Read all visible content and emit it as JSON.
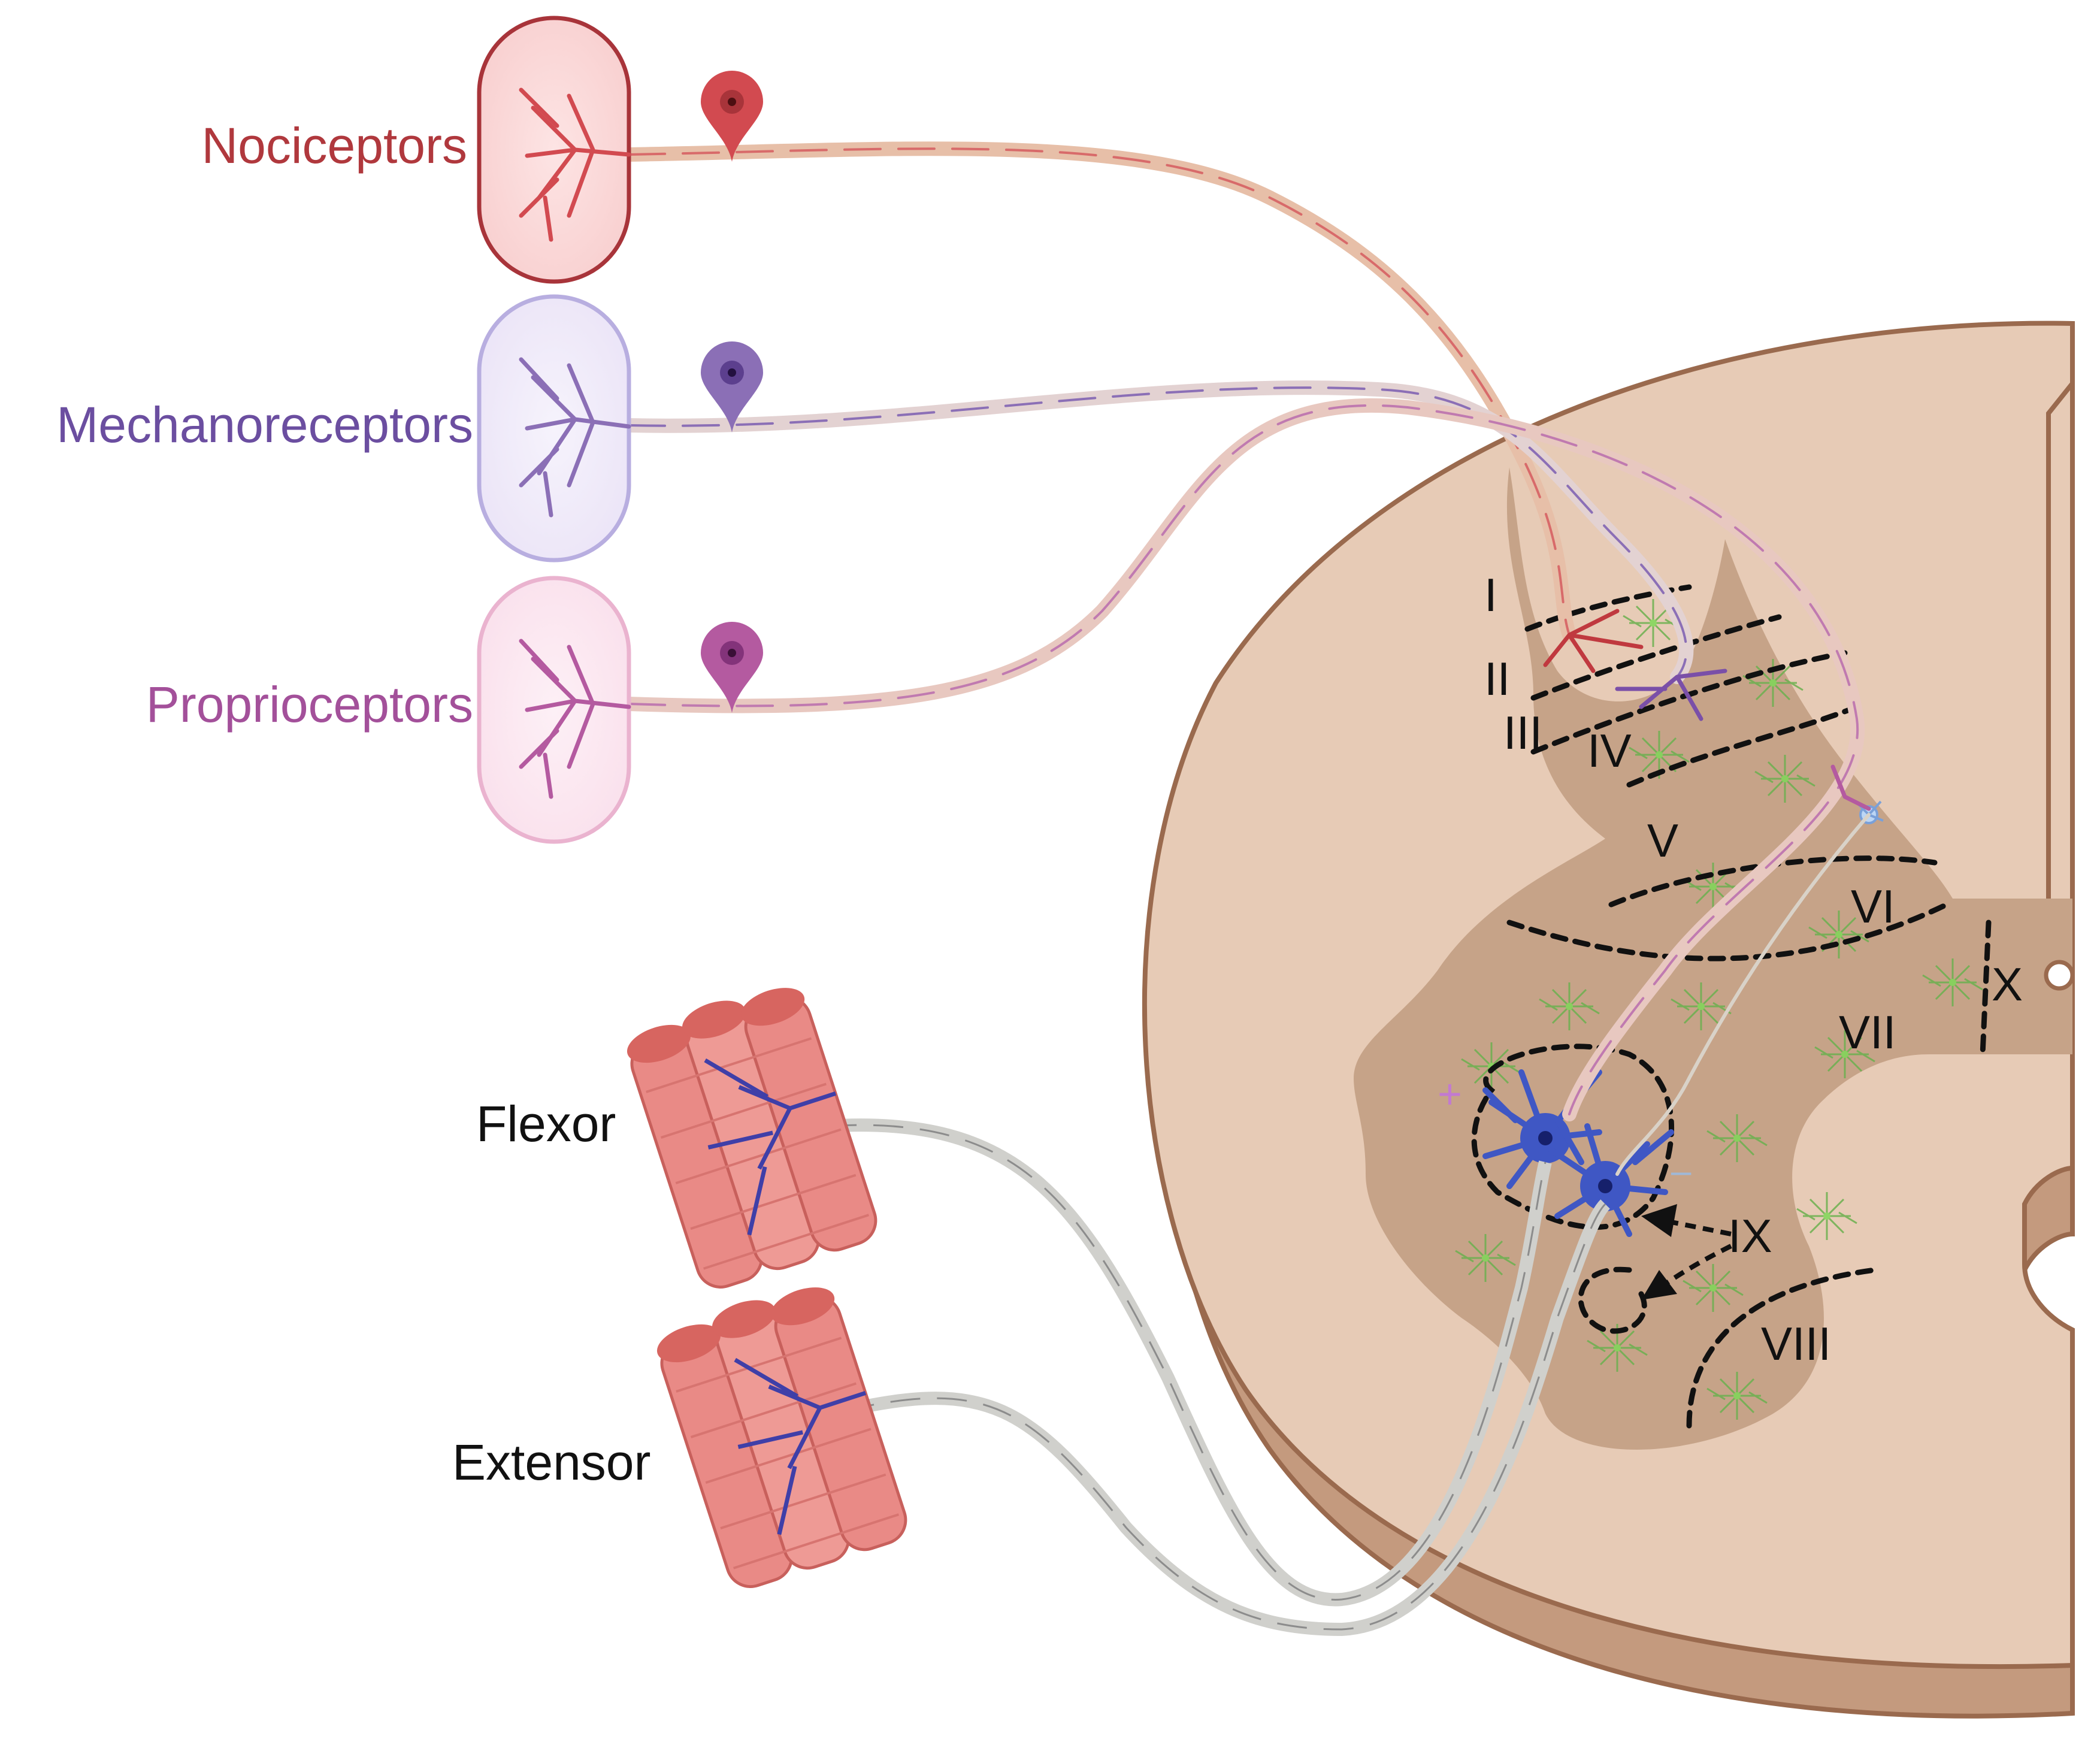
{
  "receptors": {
    "nociceptors": "Nociceptors",
    "mechanoreceptors": "Mechanoreceptors",
    "proprioceptors": "Proprioceptors"
  },
  "muscles": {
    "flexor": "Flexor",
    "extensor": "Extensor"
  },
  "laminae": {
    "i": "I",
    "ii": "II",
    "iii": "III",
    "iv": "IV",
    "v": "V",
    "vi": "VI",
    "vii": "VII",
    "viii": "VIII",
    "ix": "IX",
    "x": "X"
  },
  "signs": {
    "plus": "+",
    "minus": "–"
  },
  "colors": {
    "nociceptor": "#c0393f",
    "mechanoreceptor": "#7a4fa8",
    "proprioceptor": "#b45aa0",
    "white_matter": "#dcbda8",
    "gray_matter": "#c6a388",
    "cord_outline": "#9a6a4e",
    "motor_neuron": "#3f57c4",
    "glia": "#5fae45",
    "muscle": "#e98a86"
  }
}
